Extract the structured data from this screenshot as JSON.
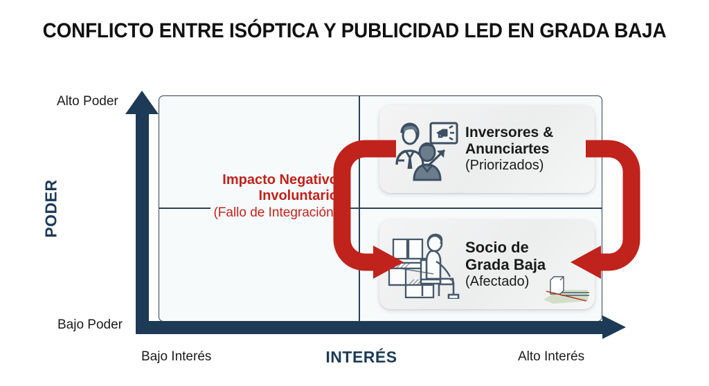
{
  "title": "CONFLICTO ENTRE ISÓPTICA Y PUBLICIDAD LED EN GRADA BAJA",
  "colors": {
    "navy": "#1d3a56",
    "red": "#c0221c",
    "frame_border": "#2b3f55",
    "quadrant_bg": "#f7fafb",
    "card_bg": "#eceded",
    "icon_stroke": "#3c4f63",
    "icon_fill": "#6b7d8c",
    "title_text": "#111111",
    "pitch_green": "#cddbc0"
  },
  "axes": {
    "vertical": {
      "name": "PODER",
      "high_label": "Alto Poder",
      "low_label": "Bajo Poder"
    },
    "horizontal": {
      "name": "INTERÉS",
      "low_label": "Bajo Interés",
      "high_label": "Alto Interés"
    }
  },
  "center_note": {
    "line1": "Impacto Negativo",
    "line2": "Involuntario",
    "sub": "(Fallo de Integración)"
  },
  "cards": [
    {
      "id": "inversores-anunciantes",
      "quadrant": "alto-poder-alto-interes",
      "line1": "Inversores &",
      "line2": "Anunciartes",
      "sub": "(Priorizados)",
      "icon": "businessmen-billboard-megaphone-icon"
    },
    {
      "id": "socio-grada-baja",
      "quadrant": "bajo-poder-alto-interes",
      "line1": "Socio de",
      "line2": "Grada Baja",
      "sub": "(Afectado)",
      "icon": "seated-spectator-stands-icon",
      "badge_icon": "stadium-sightline-diagram-icon"
    }
  ],
  "arrows": [
    {
      "id": "arrow-left-loop",
      "shape": "c-curve-down-right",
      "from": "inversores-anunciantes",
      "to": "socio-grada-baja",
      "color": "#c0221c"
    },
    {
      "id": "arrow-right-loop",
      "shape": "d-curve-down-left",
      "from": "inversores-anunciantes",
      "to": "socio-grada-baja",
      "color": "#c0221c"
    }
  ]
}
